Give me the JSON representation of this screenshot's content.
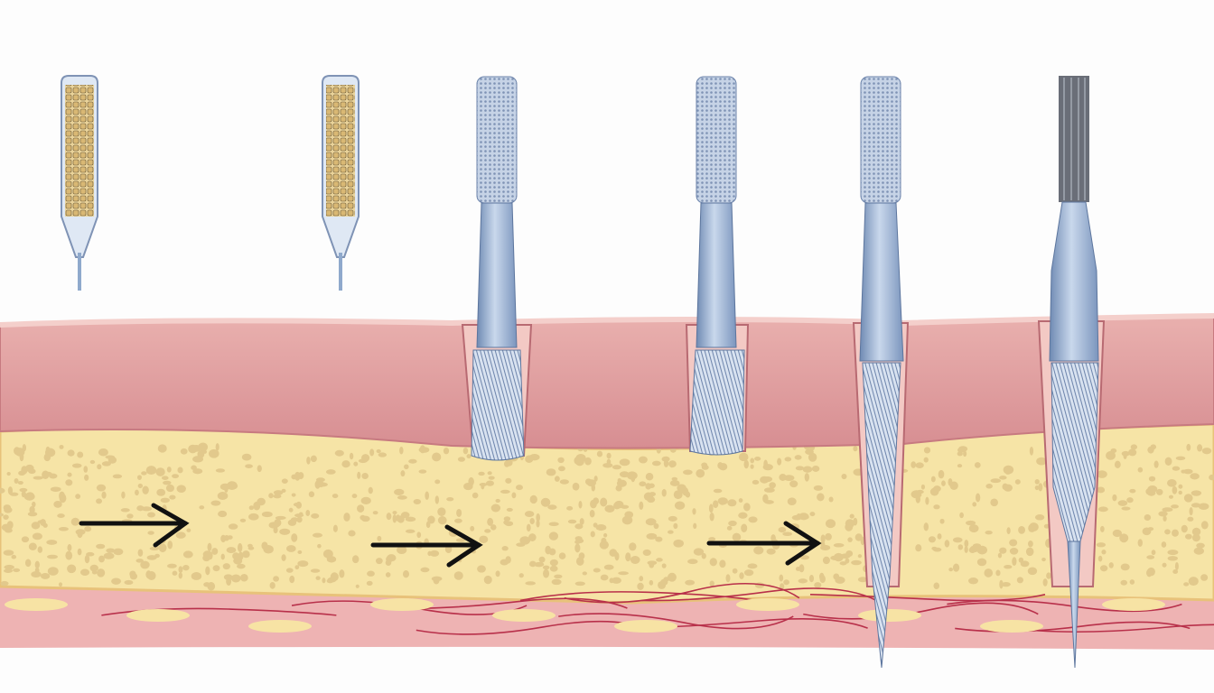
{
  "colors": {
    "background": "#fdfdfd",
    "dermis": "#e4a0a0",
    "dermis_dark": "#d48a8c",
    "epidermis_edge": "#f2c4c0",
    "fat": "#f6e4a6",
    "fat_dots": "#e2c98c",
    "deep_tissue": "#eeb3b3",
    "vessels": "#b8304a",
    "steel": "#8fa9cc",
    "steel_light": "#c9d8ec",
    "graft": "#d8bc7c",
    "arrow": "#111111"
  },
  "instruments": [
    {
      "type": "graft-vial"
    },
    {
      "type": "graft-vial"
    },
    {
      "type": "punch-tool"
    },
    {
      "type": "punch-tool"
    },
    {
      "type": "needle-tool"
    },
    {
      "type": "brush-tool"
    }
  ],
  "arrow_count": 3
}
